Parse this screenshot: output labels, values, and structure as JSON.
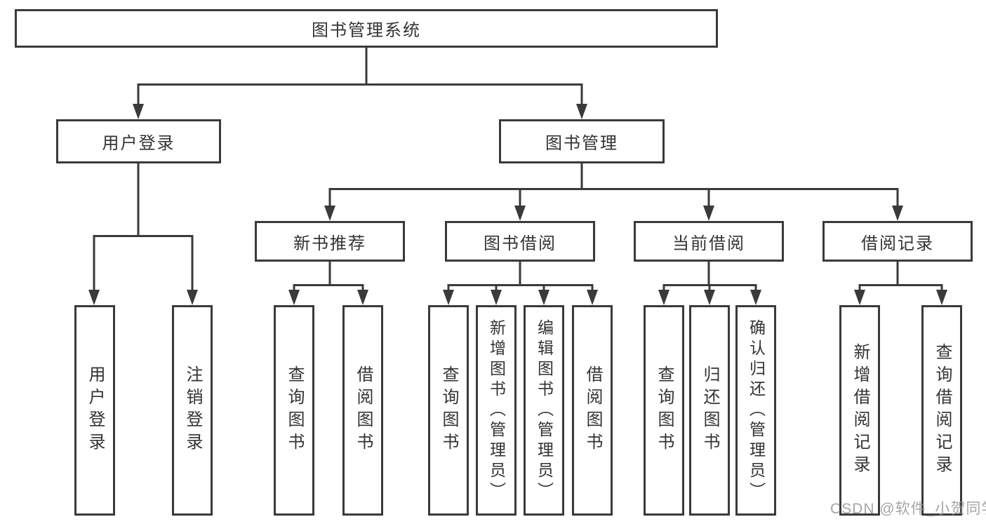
{
  "diagram": {
    "title": "图书管理系统",
    "nodes": {
      "root": "图书管理系统",
      "user_login": "用户登录",
      "book_management": "图书管理",
      "new_book_recommend": "新书推荐",
      "book_borrowing": "图书借阅",
      "current_borrowing": "当前借阅",
      "borrowing_records": "借阅记录",
      "leaves": {
        "user_login": [
          "用户登录",
          "注销登录"
        ],
        "new_book_recommend": [
          "查询图书",
          "借阅图书"
        ],
        "book_borrowing": [
          "查询图书",
          "新增图书（管理员）",
          "编辑图书（管理员）",
          "借阅图书"
        ],
        "current_borrowing": [
          "查询图书",
          "归还图书",
          "确认归还（管理员）"
        ],
        "borrowing_records": [
          "新增借阅记录",
          "查询借阅记录"
        ]
      }
    },
    "colors": {
      "line": "#3a3a3a",
      "text": "#333333",
      "box_fill": "#ffffff",
      "background": "#ffffff",
      "watermark": "#919191"
    }
  },
  "watermark": {
    "text": "CSDN @软件_小贺同学"
  }
}
